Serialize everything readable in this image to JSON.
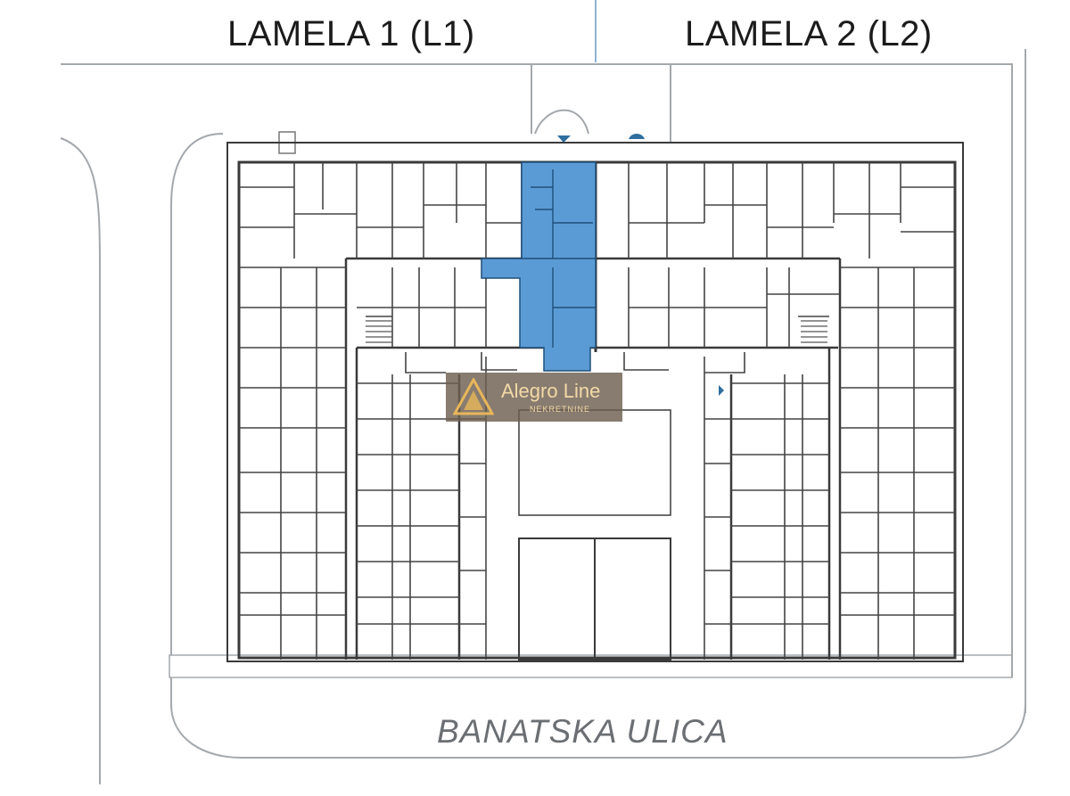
{
  "labels": {
    "lamela_1": "LAMELA 1  (L1)",
    "lamela_2": "LAMELA 2  (L2)",
    "street": "BANATSKA ULICA"
  },
  "logo": {
    "name": "Alegro Line",
    "subtitle": "NEKRETNINE"
  },
  "colors": {
    "highlight": "#5b9bd5",
    "walls": "#3a3a3a",
    "thin_lines": "#9aa0a6",
    "logo_text": "#f2d9a6"
  },
  "highlighted_unit": "apartment in Lamela 1 adjacent to the central dividing wall"
}
